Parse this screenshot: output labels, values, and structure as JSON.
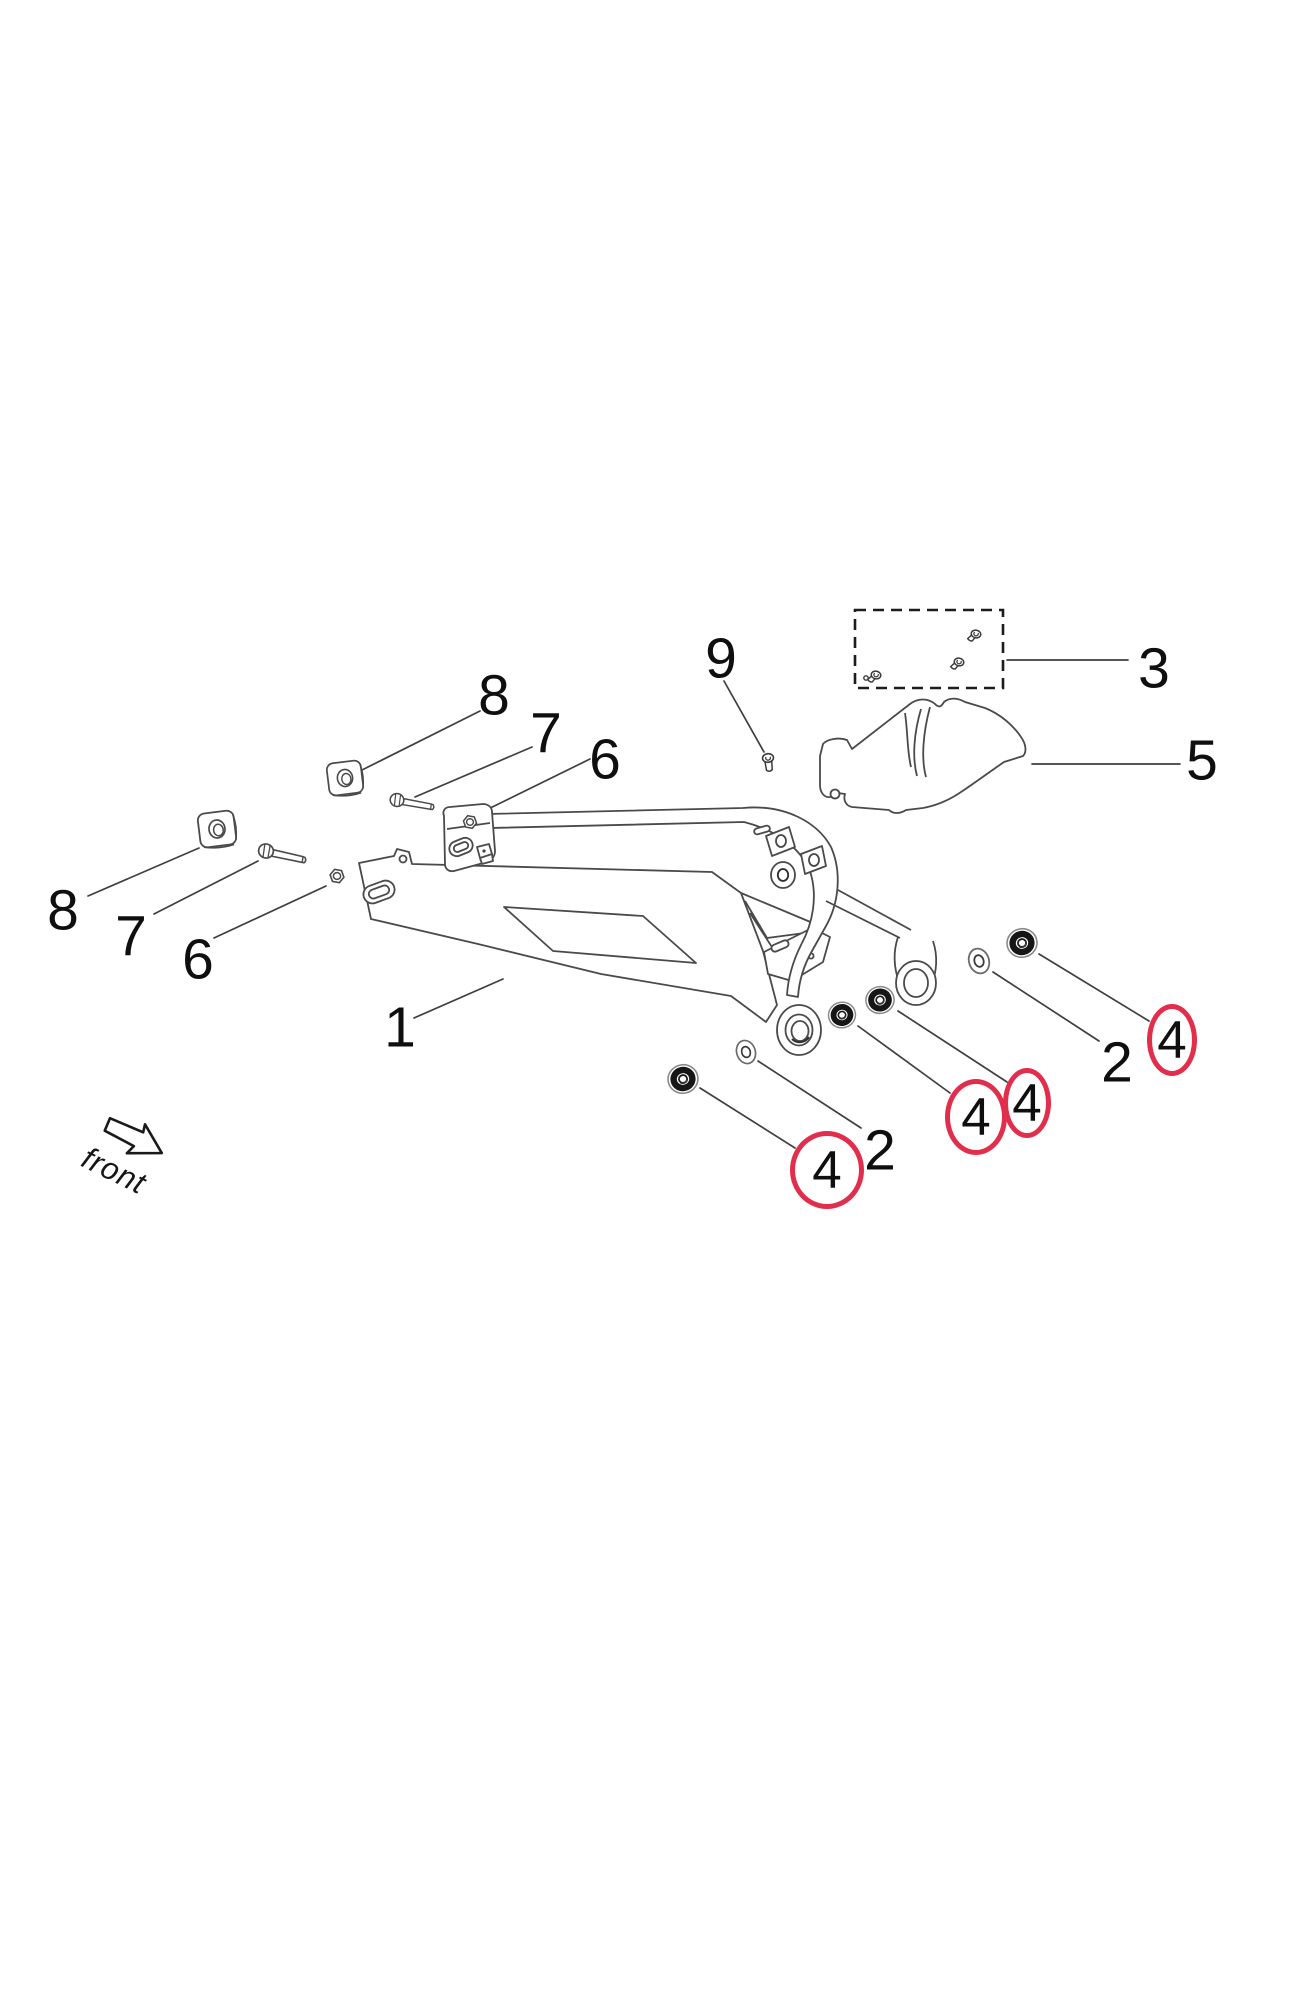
{
  "figure": {
    "type": "exploded-parts-diagram",
    "subject": "swingarm assembly",
    "orientation_label": "front",
    "highlight_color": "#e12e4d",
    "line_color": "#474747",
    "text_color": "#0f0f0f",
    "callouts": {
      "one": "1",
      "two_right": "2",
      "two_bottom": "2",
      "three": "3",
      "five": "5",
      "six_upper": "6",
      "six_lower": "6",
      "seven_upper": "7",
      "seven_lower": "7",
      "eight_upper": "8",
      "eight_lower": "8",
      "nine": "9",
      "four_circled_a": "4",
      "four_circled_b": "4",
      "four_circled_c": "4",
      "four_circled_d": "4"
    }
  }
}
